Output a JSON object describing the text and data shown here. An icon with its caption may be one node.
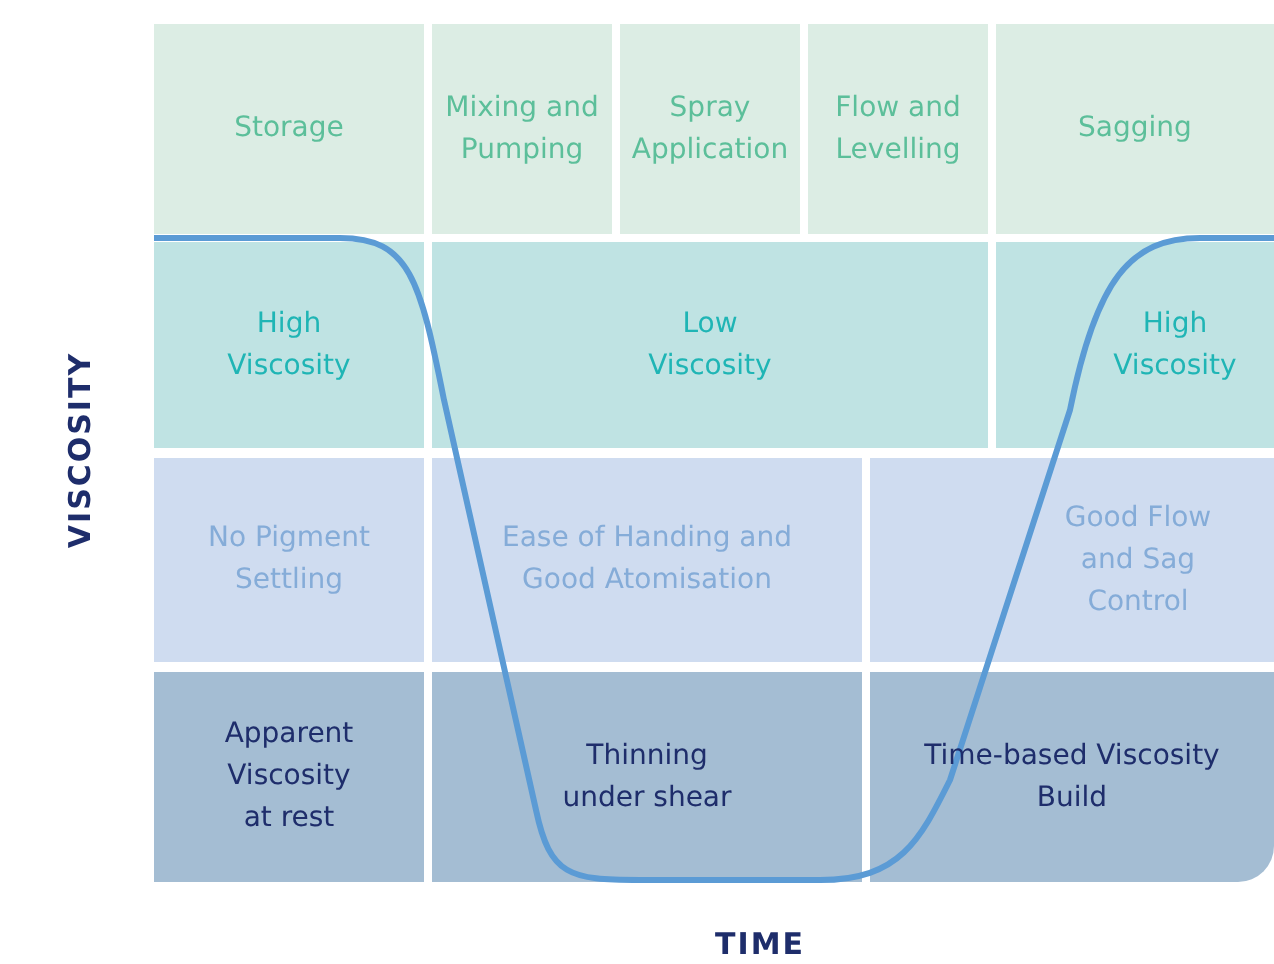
{
  "diagram": {
    "nodes": [
      {
        "text": [
          "Storage"
        ]
      },
      {
        "text": [
          "Mixing and Pumping"
        ]
      },
      {
        "text": [
          "Spray Application"
        ]
      },
      {
        "text": [
          "Flow and Levelling"
        ]
      },
      {
        "text": [
          "Sagging"
        ]
      },
      {
        "text": [
          "High Viscosity"
        ]
      },
      {
        "text": [
          "Low Viscosity"
        ]
      },
      {
        "text": [
          "High Viscosity"
        ]
      },
      {
        "text": [
          "No Pigment Settling"
        ]
      },
      {
        "text": [
          "Ease of Handing and Good Atomisation"
        ]
      },
      {
        "text": [
          "Good Flow and Sag Control"
        ]
      },
      {
        "text": [
          "Apparent Viscosity at rest"
        ]
      },
      {
        "text": [
          "Thinning under shear"
        ]
      },
      {
        "text": [
          "Time-based Viscosity Build"
        ]
      }
    ],
    "labels": [
      "VISCOSITY",
      "TIME"
    ]
  }
}
